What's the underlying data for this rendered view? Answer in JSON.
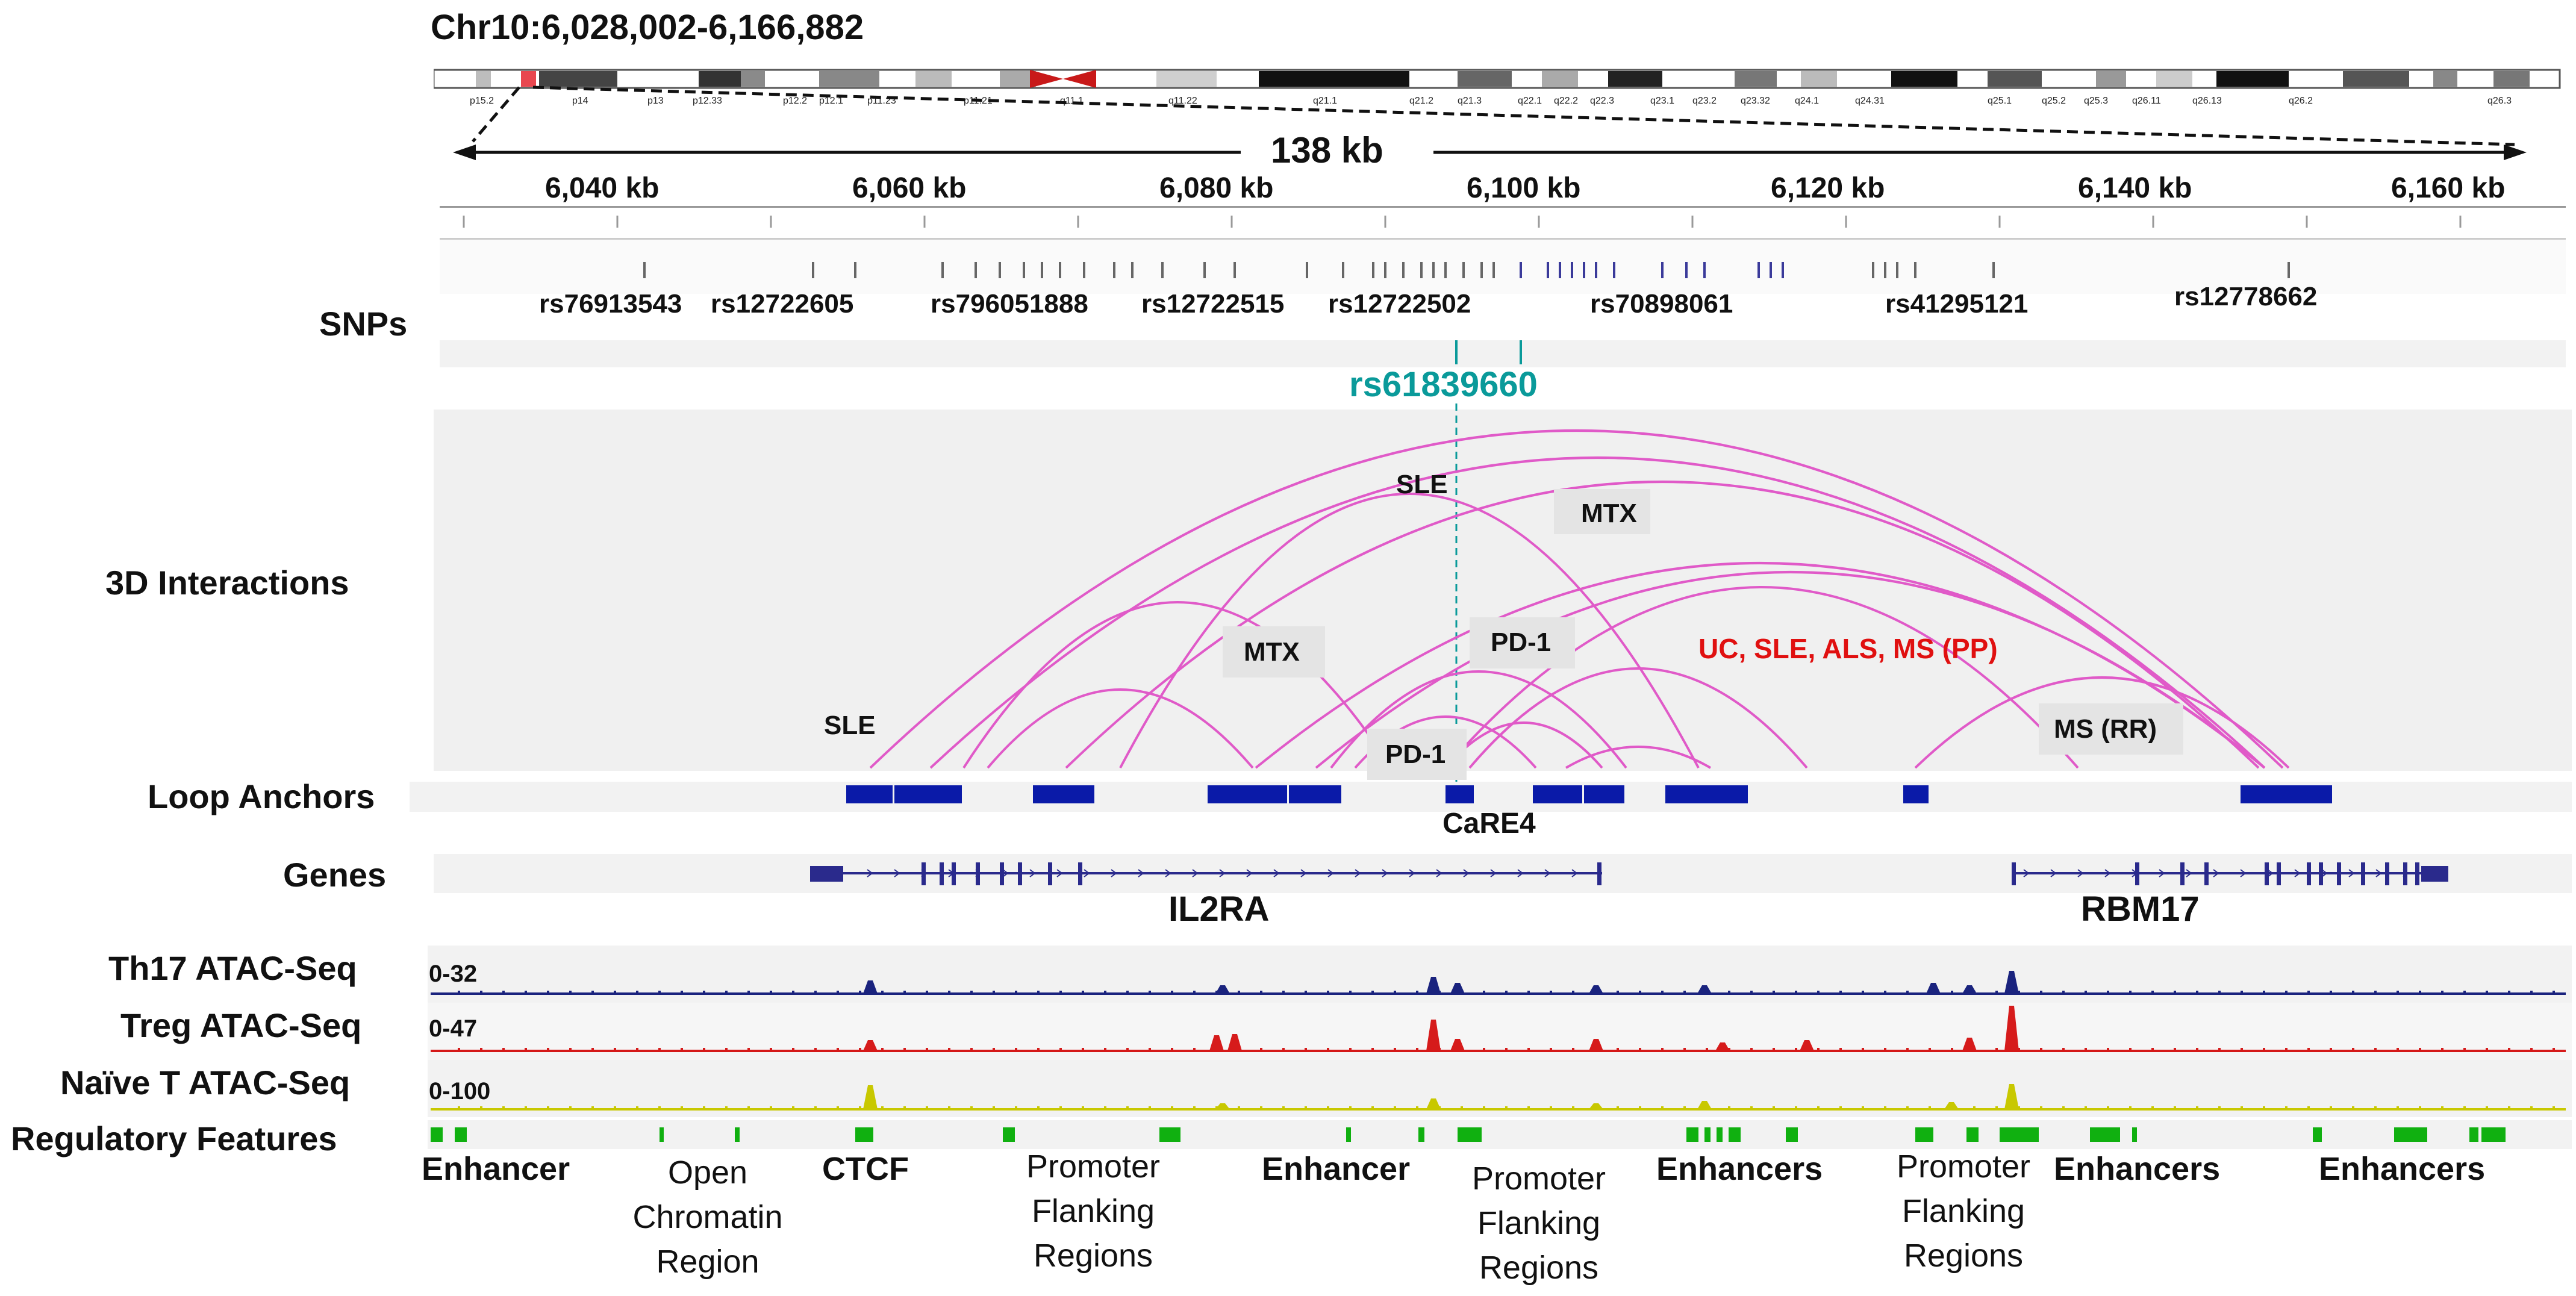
{
  "title": "Chr10:6,028,002-6,166,882",
  "ideogram": {
    "bands": [
      "p15.2",
      "p14",
      "p13",
      "p12.33",
      "p12.2",
      "p12.1",
      "p11.23",
      "p11.21",
      "q11.1",
      "q11.22",
      "q21.1",
      "q21.2",
      "q21.3",
      "q22.1",
      "q22.2",
      "q22.3",
      "q23.1",
      "q23.2",
      "q23.32",
      "q24.1",
      "q24.31",
      "q25.1",
      "q25.2",
      "q25.3",
      "q26.11",
      "q26.13",
      "q26.2",
      "q26.3"
    ]
  },
  "span_label": "138 kb",
  "ruler": {
    "ticks": [
      "6,040 kb",
      "6,060 kb",
      "6,080 kb",
      "6,100 kb",
      "6,120 kb",
      "6,140 kb",
      "6,160 kb"
    ]
  },
  "track_labels": {
    "snps": "SNPs",
    "interactions": "3D Interactions",
    "loop_anchors": "Loop Anchors",
    "genes": "Genes",
    "th17": "Th17 ATAC-Seq",
    "treg": "Treg ATAC-Seq",
    "naive": "Naïve T ATAC-Seq",
    "regulatory": "Regulatory Features"
  },
  "snps": [
    "rs76913543",
    "rs12722605",
    "rs796051888",
    "rs12722515",
    "rs12722502",
    "rs70898061",
    "rs41295121",
    "rs12778662"
  ],
  "highlight_snp": "rs61839660",
  "arc_labels": {
    "sle_top": "SLE",
    "mtx_top": "MTX",
    "mtx_left": "MTX",
    "pd1_mid": "PD-1",
    "pd1_low": "PD-1",
    "sle_left": "SLE",
    "disease_red": "UC, SLE, ALS, MS (PP)",
    "ms_rr": "MS (RR)"
  },
  "anchor_label": "CaRE4",
  "genes": [
    "IL2RA",
    "RBM17"
  ],
  "atac_ranges": {
    "th17": "0-32",
    "treg": "0-47",
    "naive": "0-100"
  },
  "regulatory_labels": {
    "enhancer1": "Enhancer",
    "open_chromatin": [
      "Open",
      "Chromatin",
      "Region"
    ],
    "ctcf": "CTCF",
    "promoter1": [
      "Promoter",
      "Flanking",
      "Regions"
    ],
    "enhancer2": "Enhancer",
    "promoter2": [
      "Promoter",
      "Flanking",
      "Regions"
    ],
    "enhancers1": "Enhancers",
    "promoter3": [
      "Promoter",
      "Flanking",
      "Regions"
    ],
    "enhancers2": "Enhancers",
    "enhancers3": "Enhancers"
  },
  "colors": {
    "arc": "#e05ac8",
    "anchor": "#0a1aa8",
    "gene": "#2a2a8c",
    "th17": "#1a237e",
    "treg": "#d61b1b",
    "naive": "#c8c800",
    "regulatory": "#10b010",
    "highlight_snp": "#0a9a9a",
    "disease_red": "#e01010"
  }
}
